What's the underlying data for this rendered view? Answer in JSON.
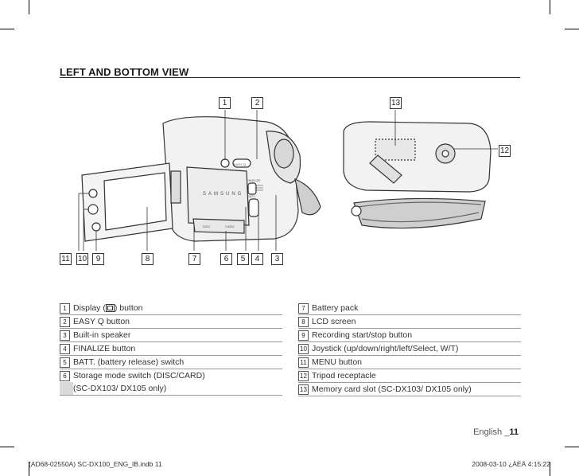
{
  "heading": "LEFT AND BOTTOM VIEW",
  "callouts": {
    "c1": "1",
    "c2": "2",
    "c3": "3",
    "c4": "4",
    "c5": "5",
    "c6": "6",
    "c7": "7",
    "c8": "8",
    "c9": "9",
    "c10": "10",
    "c11": "11",
    "c12": "12",
    "c13": "13"
  },
  "camera_text": {
    "brand": "SAMSUNG",
    "easy_q": "EASY Q",
    "finalize": "FINALIZE",
    "batt": "BATT.",
    "disc": "DISC",
    "card": "CARD"
  },
  "legend_left": [
    {
      "num": "1",
      "label_before": "Display (",
      "icon": "display-icon",
      "label_after": ") button"
    },
    {
      "num": "2",
      "label": "EASY Q button"
    },
    {
      "num": "3",
      "label": "Built-in speaker"
    },
    {
      "num": "4",
      "label": "FINALIZE button"
    },
    {
      "num": "5",
      "label": "BATT. (battery release) switch"
    },
    {
      "num": "6",
      "label": "Storage mode switch (DISC/CARD)",
      "label_cont": "(SC-DX103/ DX105 only)"
    }
  ],
  "legend_right": [
    {
      "num": "7",
      "label": "Battery pack"
    },
    {
      "num": "8",
      "label": "LCD screen"
    },
    {
      "num": "9",
      "label": "Recording start/stop button"
    },
    {
      "num": "10",
      "label": "Joystick (up/down/right/left/Select, W/T)"
    },
    {
      "num": "11",
      "label": "MENU button"
    },
    {
      "num": "12",
      "label": "Tripod receptacle"
    },
    {
      "num": "13",
      "label": "Memory card slot (SC-DX103/ DX105 only)"
    }
  ],
  "footer": {
    "language": "English _",
    "page": "11"
  },
  "print_info": {
    "file": "(AD68-02550A) SC-DX100_ENG_IB.indb   11",
    "date": "2008-03-10   ¿ÀÈÄ 4:15:22"
  }
}
